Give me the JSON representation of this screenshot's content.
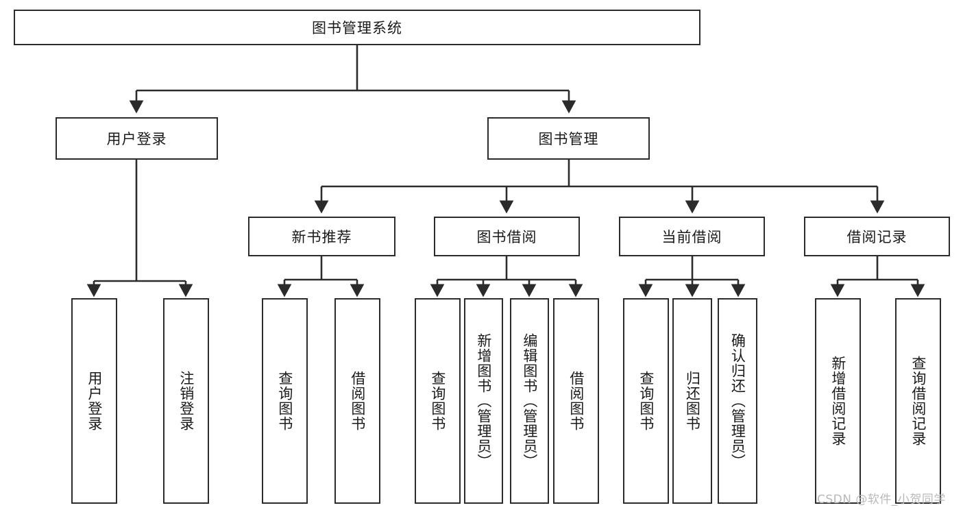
{
  "diagram": {
    "title_node": {
      "label": "图书管理系统"
    },
    "level2": [
      {
        "id": "user-login",
        "label": "用户登录"
      },
      {
        "id": "book-manage",
        "label": "图书管理"
      }
    ],
    "level3": [
      {
        "id": "new-book-recommend",
        "label": "新书推荐"
      },
      {
        "id": "book-borrow",
        "label": "图书借阅"
      },
      {
        "id": "current-borrow",
        "label": "当前借阅"
      },
      {
        "id": "borrow-record",
        "label": "借阅记录"
      }
    ],
    "leaves": {
      "user_login": [
        {
          "id": "leaf-user-login",
          "label": "用户登录"
        },
        {
          "id": "leaf-logout-login",
          "label": "注销登录"
        }
      ],
      "new_book_recommend": [
        {
          "id": "leaf-query-book-1",
          "label": "查询图书"
        },
        {
          "id": "leaf-borrow-book-1",
          "label": "借阅图书"
        }
      ],
      "book_borrow": [
        {
          "id": "leaf-query-book-2",
          "label": "查询图书"
        },
        {
          "id": "leaf-add-book",
          "label": "新增图书（管理员）"
        },
        {
          "id": "leaf-edit-book",
          "label": "编辑图书（管理员）"
        },
        {
          "id": "leaf-borrow-book-2",
          "label": "借阅图书"
        }
      ],
      "current_borrow": [
        {
          "id": "leaf-query-book-3",
          "label": "查询图书"
        },
        {
          "id": "leaf-return-book",
          "label": "归还图书"
        },
        {
          "id": "leaf-confirm-return",
          "label": "确认归还（管理员）"
        }
      ],
      "borrow_record": [
        {
          "id": "leaf-add-borrow-record",
          "label": "新增借阅记录"
        },
        {
          "id": "leaf-query-borrow-record",
          "label": "查询借阅记录"
        }
      ]
    },
    "watermark": "CSDN @软件_小贺同学",
    "colors": {
      "stroke": "#2b2b2b",
      "fill": "#ffffff",
      "text": "#1a1a1a",
      "watermark": "#b9b9b9"
    }
  }
}
